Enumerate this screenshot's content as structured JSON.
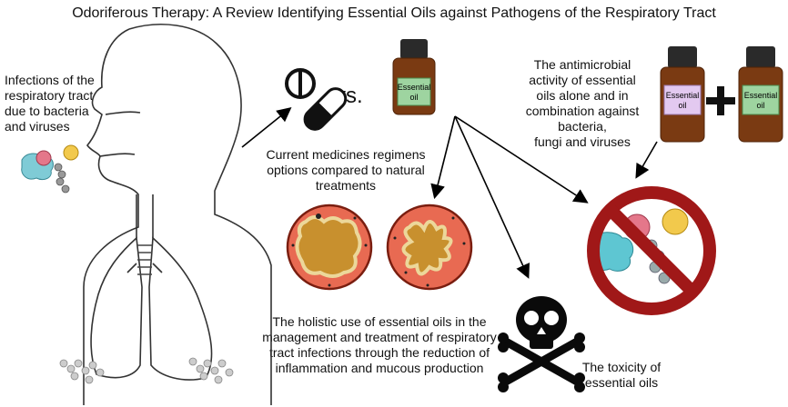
{
  "title": "Odoriferous Therapy: A Review Identifying Essential Oils against Pathogens of the Respiratory Tract",
  "labels": {
    "infections": [
      "Infections of the",
      "respiratory tract",
      "due to bacteria",
      "and viruses"
    ],
    "vs": "vs.",
    "current_medicines": [
      "Current medicines regimens",
      "options compared to natural",
      "treatments"
    ],
    "holistic": [
      "The holistic use of essential oils in the",
      "management and treatment of respiratory",
      "tract infections through the reduction of",
      "inflammation and mucous production"
    ],
    "antimicrobial": [
      "The antimicrobial",
      "activity of essential",
      "oils alone and in",
      "combination against",
      "bacteria,",
      "fungi and viruses"
    ],
    "toxicity": [
      "The toxicity of",
      "essential oils"
    ]
  },
  "bottles": {
    "main_label": [
      "Essential",
      "oil"
    ],
    "left_label": [
      "Essential",
      "oil"
    ],
    "right_label": [
      "Essential",
      "oil"
    ]
  },
  "colors": {
    "bottle_brown": "#7a3a12",
    "cap": "#2a2a2a",
    "label_green": "#9ed4a0",
    "label_purple": "#e3c9f0",
    "no_sign_red": "#a01818",
    "tissue_red": "#e86a52",
    "mucus": "#c8902e"
  },
  "icons": [
    "pill-icon",
    "capsule-icon",
    "plus-icon",
    "skull-crossbones-icon",
    "prohibition-icon"
  ]
}
